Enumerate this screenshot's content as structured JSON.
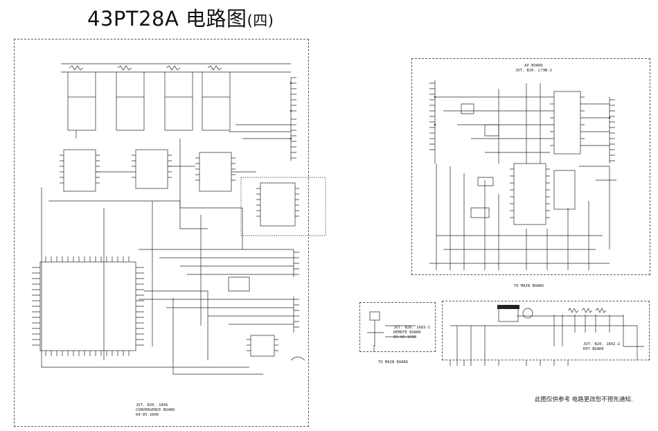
{
  "title": {
    "main": "43PT28A 电路图",
    "suffix": "(四)"
  },
  "convergence_board": {
    "label_lines": [
      "JUT. B20. 1846",
      "CONVERGENCE BOARD",
      "04-05-2000"
    ]
  },
  "av_board": {
    "label_lines": [
      "AV BOARD",
      "JUT. B20. L79B-2"
    ],
    "to_main_board": "TO MAIN BOARD"
  },
  "remote_board": {
    "label_lines": [
      "JUT. B20. 1683-2",
      "REMOTE BOARD",
      "09-06-1999"
    ],
    "to_main_board": "TO MAIN BOARD"
  },
  "key_board": {
    "label_lines": [
      "JUT. B20. 1802-2",
      "KEY BOARD"
    ]
  },
  "footer_note": "此图仅供参考 电路更改恕不预先通知."
}
